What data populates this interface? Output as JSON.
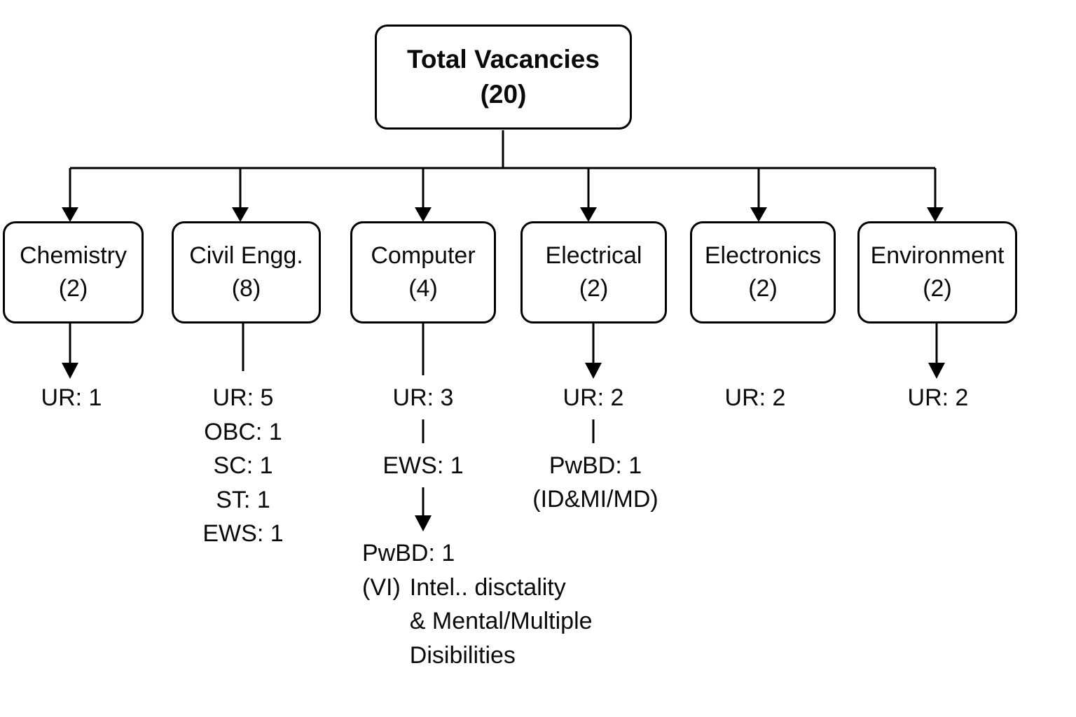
{
  "diagram": {
    "root": {
      "title": "Total Vacancies",
      "count": "(20)"
    },
    "columns": [
      {
        "id": "chemistry",
        "title": "Chemistry",
        "count": "(2)",
        "labels": [
          "UR: 1"
        ]
      },
      {
        "id": "civil-engg",
        "title": "Civil Engg.",
        "count": "(8)",
        "labels": [
          "UR: 5",
          "OBC: 1",
          "SC: 1",
          "ST: 1",
          "EWS: 1"
        ]
      },
      {
        "id": "computer",
        "title": "Computer",
        "count": "(4)",
        "labels": [
          "UR: 3",
          "EWS: 1"
        ],
        "pwbd_label": "PwBD: 1",
        "note_prefix": "(VI)",
        "note_lines": "Intel.. disctality\n& Mental/Multiple\nDisibilities"
      },
      {
        "id": "electrical",
        "title": "Electrical",
        "count": "(2)",
        "labels": [
          "UR: 2"
        ],
        "pwbd_label": "PwBD: 1",
        "note": "(ID&MI/MD)"
      },
      {
        "id": "electronics",
        "title": "Electronics",
        "count": "(2)",
        "labels": [
          "UR: 2"
        ]
      },
      {
        "id": "environment",
        "title": "Environment",
        "count": "(2)",
        "labels": [
          "UR: 2"
        ]
      }
    ]
  },
  "colors": {
    "line": "#000000",
    "text": "#0a0a0a",
    "background": "#ffffff"
  }
}
